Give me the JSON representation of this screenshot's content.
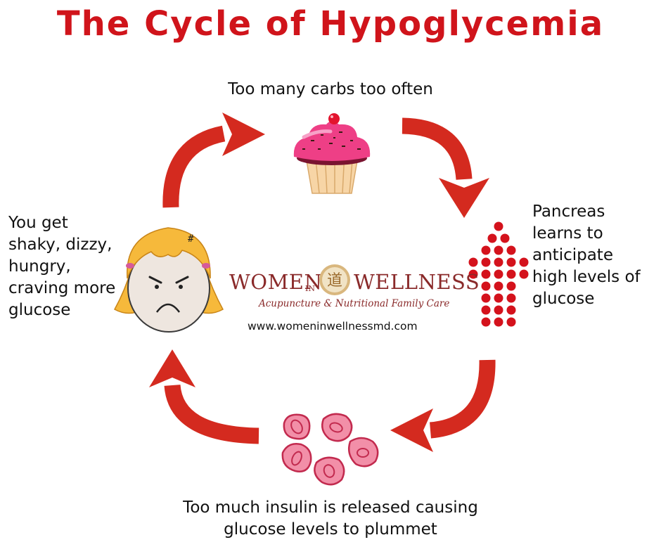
{
  "title": "The Cycle of Hypoglycemia",
  "steps": {
    "top": {
      "lines": [
        "Too many carbs too often"
      ]
    },
    "right": {
      "lines": [
        "Pancreas",
        "learns to",
        "anticipate",
        "high levels of",
        "glucose"
      ]
    },
    "bottom": {
      "lines": [
        "Too much insulin is released causing",
        "glucose levels to plummet"
      ]
    },
    "left": {
      "lines": [
        "You get",
        "shaky, dizzy,",
        "hungry,",
        "craving more",
        "glucose"
      ]
    }
  },
  "logo": {
    "word1": "WOMEN",
    "word_in": "IN",
    "word2": "WELLNESS",
    "glyph": "道",
    "tagline": "Acupuncture & Nutritional Family Care",
    "url": "www.womeninwellnessmd.com"
  },
  "icons": [
    "cupcake-icon",
    "arrow-up-dots-icon",
    "blood-cells-icon",
    "angry-girl-icon",
    "yin-yang-logo-icon"
  ],
  "colors": {
    "title": "#d0141b",
    "arrow": "#d42a1f",
    "logo_text": "#8a2a2a",
    "dots": "#d4121c",
    "cell_fill": "#f28fa8",
    "frosting": "#ee3f86",
    "cake": "#f7d5a6",
    "hair": "#f6b93b"
  }
}
